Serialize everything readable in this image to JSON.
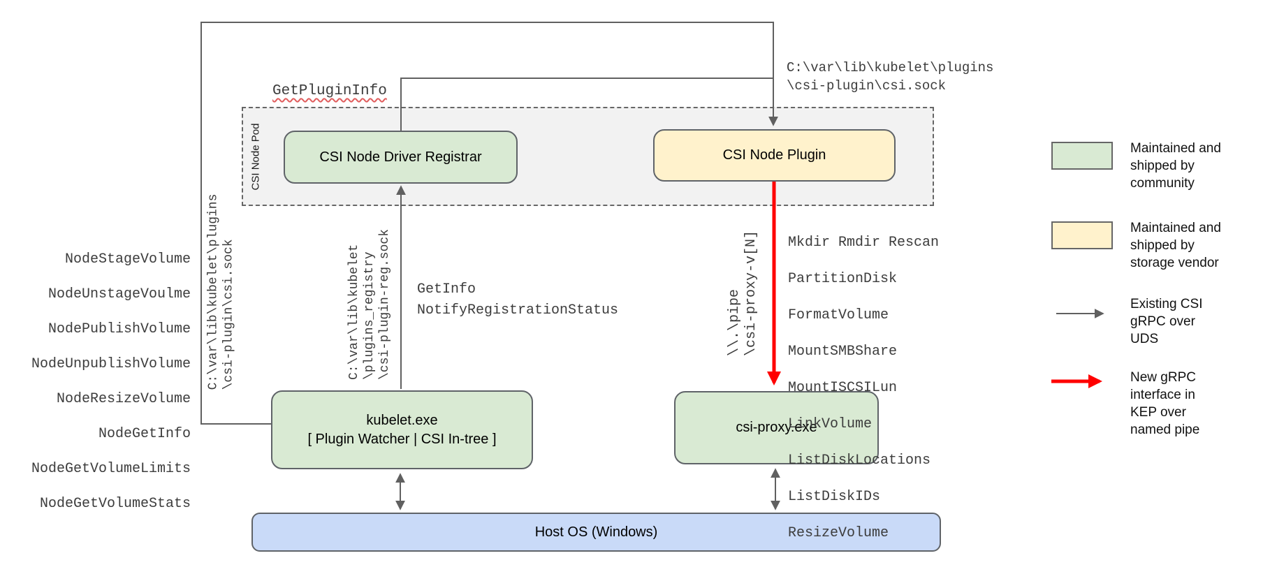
{
  "diagram": {
    "pod": {
      "label": "CSI Node Pod"
    },
    "boxes": {
      "registrar": "CSI Node Driver Registrar",
      "node_plugin": "CSI Node Plugin",
      "kubelet": "kubelet.exe\n[ Plugin Watcher | CSI In-tree ]",
      "csi_proxy": "csi-proxy.exe",
      "host_os": "Host OS (Windows)"
    },
    "labels": {
      "get_plugin_info": "GetPluginInfo",
      "sock_path_right": "C:\\var\\lib\\kubelet\\plugins\n\\csi-plugin\\csi.sock",
      "sock_path_left": "C:\\var\\lib\\kubelet\\plugins\n\\csi-plugin\\csi.sock",
      "registry_sock_path": "C:\\var\\lib\\kubelet\n\\plugins_registry\n\\csi-plugin-reg.sock",
      "named_pipe_path": "\\\\.\\pipe\n\\csi-proxy-v[N]",
      "registration_calls": "GetInfo\nNotifyRegistrationStatus"
    },
    "node_methods": [
      "NodeStageVolume",
      "NodeUnstageVoulme",
      "NodePublishVolume",
      "NodeUnpublishVolume",
      "NodeResizeVolume",
      "NodeGetInfo",
      "NodeGetVolumeLimits",
      "NodeGetVolumeStats"
    ],
    "proxy_methods": [
      "Mkdir Rmdir Rescan",
      "PartitionDisk",
      "FormatVolume",
      "MountSMBShare",
      "MountISCSILun",
      "LinkVolume",
      "ListDiskLocations",
      "ListDiskIDs",
      "ResizeVolume"
    ]
  },
  "legend": {
    "items": [
      {
        "swatch": "community-green",
        "label": "Maintained and\nshipped by\ncommunity"
      },
      {
        "swatch": "vendor-yellow",
        "label": "Maintained and\nshipped by\nstorage vendor"
      },
      {
        "swatch": "gray-arrow",
        "label": "Existing CSI\ngRPC over\nUDS"
      },
      {
        "swatch": "red-arrow",
        "label": "New gRPC\ninterface in\nKEP over\nnamed pipe"
      }
    ]
  },
  "colors": {
    "community_green": "#d9ead3",
    "vendor_yellow": "#fff2cc",
    "host_blue": "#c9daf8",
    "pod_gray": "#f2f2f2",
    "line_gray": "#606060",
    "new_interface_red": "#ff0000"
  }
}
